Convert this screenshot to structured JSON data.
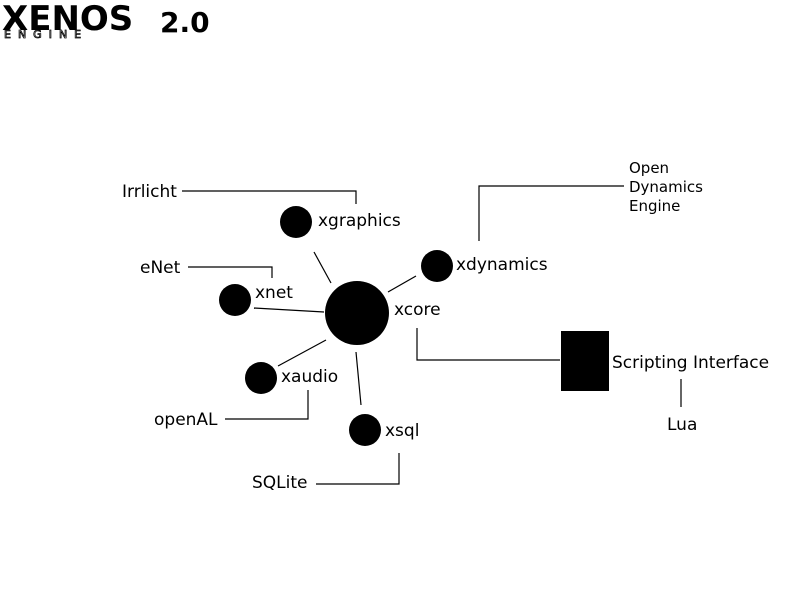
{
  "logo": {
    "name": "XENOS",
    "subtitle": "ENGINE",
    "version": "2.0"
  },
  "core": {
    "label": "xcore"
  },
  "modules": [
    {
      "id": "xgraphics",
      "label": "xgraphics",
      "library": "Irrlicht"
    },
    {
      "id": "xnet",
      "label": "xnet",
      "library": "eNet"
    },
    {
      "id": "xaudio",
      "label": "xaudio",
      "library": "openAL"
    },
    {
      "id": "xsql",
      "label": "xsql",
      "library": "SQLite"
    },
    {
      "id": "xdynamics",
      "label": "xdynamics",
      "library_lines": [
        "Open",
        "Dynamics",
        "Engine"
      ]
    }
  ],
  "scripting": {
    "label": "Scripting Interface",
    "library": "Lua"
  },
  "colors": {
    "node": "#000000",
    "background": "#ffffff"
  }
}
